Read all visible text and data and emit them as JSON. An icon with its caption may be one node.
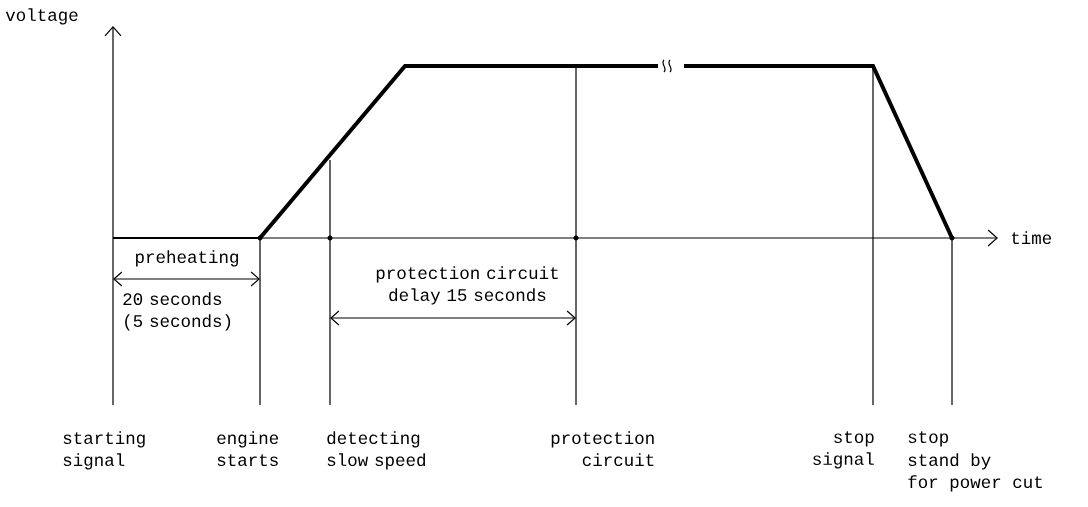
{
  "diagram": {
    "labels": [
      "voltage",
      "time",
      "preheating",
      "protection circuit delay 15 seconds",
      "20 seconds (5 seconds)",
      "starting signal",
      "engine starts",
      "detecting slow speed",
      "protection circuit",
      "stop signal",
      "stop",
      "stand by",
      "for power cut"
    ]
  }
}
